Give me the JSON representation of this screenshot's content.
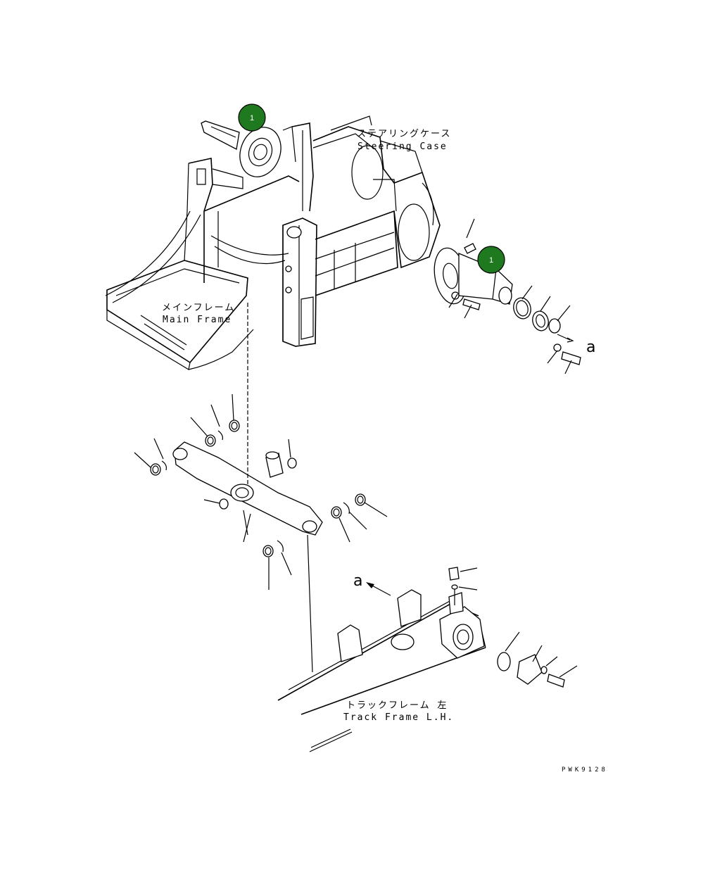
{
  "labels": {
    "steering_case_jp": "ステアリングケース",
    "steering_case_en": "Steering Case",
    "main_frame_jp": "メインフレーム",
    "main_frame_en": "Main Frame",
    "track_frame_jp": "トラックフレーム 左",
    "track_frame_en": "Track Frame L.H.",
    "view_a_top": "a",
    "view_a_bottom": "a",
    "drawing_code": "PWK9128"
  },
  "callouts": [
    {
      "id": "1",
      "label": "1"
    },
    {
      "id": "1",
      "label": "1"
    }
  ],
  "colors": {
    "badge_fill": "#1f7a1f",
    "badge_stroke": "#000000",
    "line": "#000000"
  }
}
